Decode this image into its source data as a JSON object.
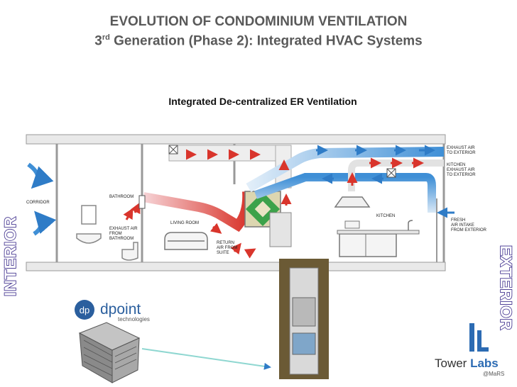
{
  "header": {
    "title_line1": "EVOLUTION OF CONDOMINIUM VENTILATION",
    "title_line2_num": "3",
    "title_line2_sup": "rd",
    "title_line2_rest": " Generation (Phase 2): Integrated HVAC Systems",
    "subtitle": "Integrated De-centralized ER Ventilation"
  },
  "diagram_labels": {
    "corridor": "CORRIDOR",
    "bathroom": "BATHROOM",
    "exhaust_bathroom": [
      "EXHAUST AIR",
      "FROM",
      "BATHROOM"
    ],
    "living_room": "LIVING ROOM",
    "return_air": [
      "RETURN",
      "AIR FROM",
      "SUITE"
    ],
    "kitchen": "KITCHEN",
    "exhaust_exterior": [
      "EXHAUST AIR",
      "TO EXTERIOR"
    ],
    "kitchen_exhaust": [
      "KITCHEN",
      "EXHAUST AIR",
      "TO EXTERIOR"
    ],
    "fresh_intake": [
      "FRESH",
      "AIR INTAKE",
      "FROM EXTERIOR"
    ]
  },
  "side_labels": {
    "interior": "INTERIOR",
    "exterior": "EXTERIOR"
  },
  "logos": {
    "dpoint_mark": "dp",
    "dpoint_name": "dpoint",
    "dpoint_tagline": "technologies",
    "tower_mark": "TL",
    "tower_name_a": "Tower ",
    "tower_name_b": "Labs",
    "tower_sub": "@MaRS"
  },
  "colors": {
    "title": "#595959",
    "exhaust_red": "#d9352c",
    "fresh_blue": "#3f8fd6",
    "side_label_outline": "#3a2a8a",
    "tower_blue": "#2c6bb3"
  }
}
